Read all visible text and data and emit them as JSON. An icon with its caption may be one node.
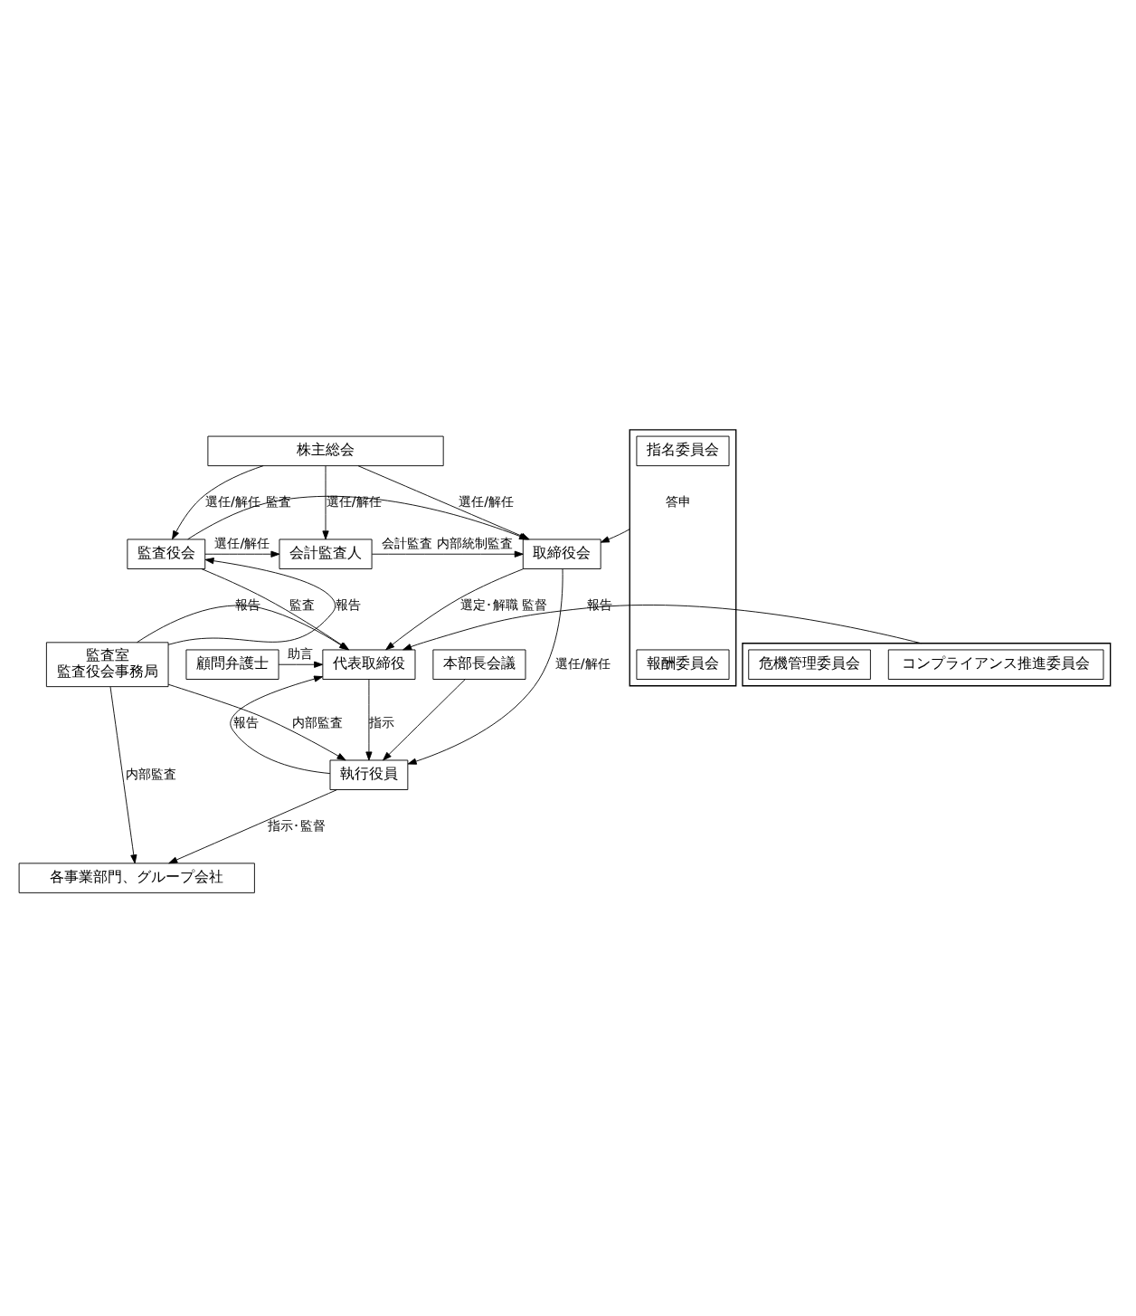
{
  "diagram": {
    "nodes": [
      {
        "text": [
          "株主総会"
        ]
      },
      {
        "text": [
          "会計監査人"
        ]
      },
      {
        "text": [
          "監査役会"
        ]
      },
      {
        "text": [
          "取締役会"
        ]
      },
      {
        "text": [],
        "shape": "box"
      },
      {
        "text": [
          "指名委員会"
        ],
        "in": 4
      },
      {
        "text": [
          "報酬委員会"
        ],
        "in": 4
      },
      {
        "text": [
          "代表取締役"
        ]
      },
      {
        "text": [
          "顧問弁護士"
        ]
      },
      {
        "text": [],
        "shape": "box"
      },
      {
        "text": [
          "コンプライアンス推進委員会"
        ],
        "in": 9
      },
      {
        "text": [
          "危機管理委員会"
        ],
        "in": 9
      },
      {
        "text": [
          "監査室",
          "監査役会事務局"
        ]
      },
      {
        "text": [
          "本部長会議"
        ]
      },
      {
        "text": [
          "執行役員"
        ]
      },
      {
        "text": [
          "各事業部門、グループ会社"
        ]
      }
    ],
    "edges": [
      {
        "from": 0,
        "to": 2,
        "arrow": "to",
        "label": "選任/解任"
      },
      {
        "from": 0,
        "to": 1,
        "arrow": "to",
        "label": "選任/解任"
      },
      {
        "from": 0,
        "to": 3,
        "arrow": "to",
        "label": "選任/解任"
      },
      {
        "from": 2,
        "to": 1,
        "arrow": "to",
        "label": "選任/解任"
      },
      {
        "from": 1,
        "to": 3,
        "arrow": "to",
        "label": "会計監査 内部統制監査"
      },
      {
        "from": 2,
        "to": 3,
        "arrow": "to",
        "label": "監査"
      },
      {
        "from": 3,
        "to": 7,
        "arrow": "to",
        "label": "選定･解職 監督"
      },
      {
        "from": 4,
        "to": 3,
        "arrow": "to",
        "label": "答申"
      },
      {
        "from": 2,
        "to": 7,
        "arrow": "to",
        "label": "監査"
      },
      {
        "from": 12,
        "to": 2,
        "arrow": "to",
        "label": "報告"
      },
      {
        "from": 12,
        "to": 7,
        "arrow": "to",
        "label": "報告"
      },
      {
        "from": 8,
        "to": 7,
        "arrow": "to",
        "label": "助言"
      },
      {
        "from": 9,
        "to": 7,
        "arrow": "to",
        "label": "報告"
      },
      {
        "from": 14,
        "to": 7,
        "arrow": "to",
        "label": "報告"
      },
      {
        "from": 7,
        "to": 14,
        "arrow": "to",
        "label": "指示"
      },
      {
        "from": 13,
        "to": 14,
        "arrow": "to"
      },
      {
        "from": 12,
        "to": 14,
        "arrow": "to",
        "label": "内部監査"
      },
      {
        "from": 12,
        "to": 15,
        "arrow": "to",
        "label": "内部監査"
      },
      {
        "from": 14,
        "to": 15,
        "arrow": "to",
        "label": "指示･監督"
      },
      {
        "from": 3,
        "to": 14,
        "arrow": "to",
        "label": "選任/解任"
      }
    ]
  }
}
